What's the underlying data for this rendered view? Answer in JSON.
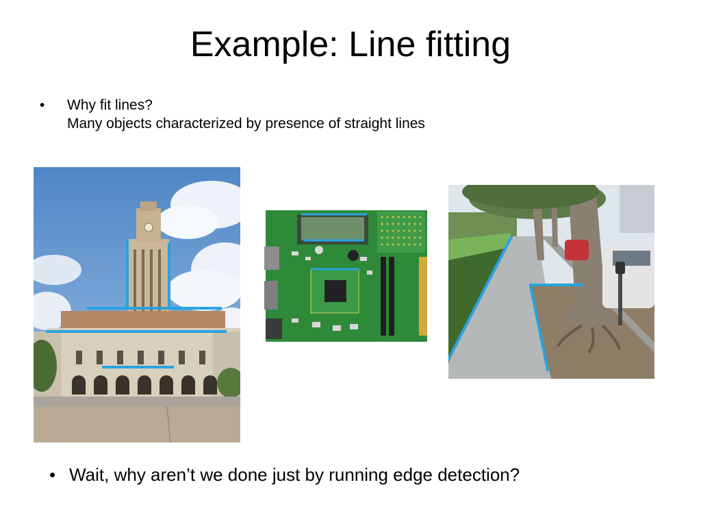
{
  "slide": {
    "title": "Example: Line fitting",
    "bullet_symbol": "•",
    "bullet1": {
      "line1": "Why fit lines?",
      "line2": "Many objects characterized by presence of straight lines"
    },
    "bullet2": "Wait, why aren’t we done just by running edge detection?"
  },
  "colors": {
    "line_overlay": "#29a3e0",
    "text": "#000000",
    "background": "#ffffff"
  }
}
